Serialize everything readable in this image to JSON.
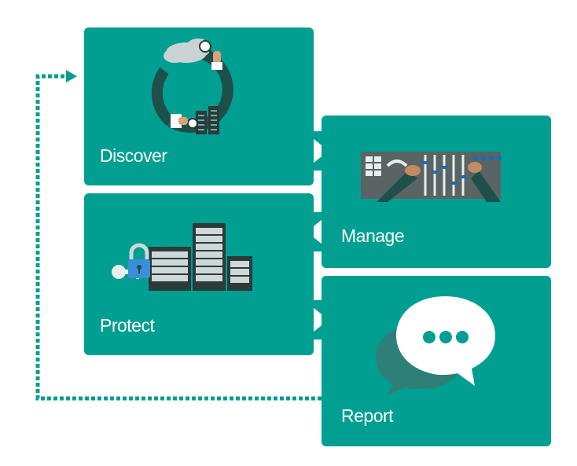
{
  "steps": [
    {
      "id": "discover",
      "label": "Discover"
    },
    {
      "id": "manage",
      "label": "Manage"
    },
    {
      "id": "protect",
      "label": "Protect"
    },
    {
      "id": "report",
      "label": "Report"
    }
  ],
  "colors": {
    "card": "#009f91",
    "background": "#ffffff",
    "dotted_loop": "#009f91",
    "dark_teal": "#1f4f4a",
    "server_dark": "#2b3a3a",
    "cloud": "#c9d3d3"
  },
  "icons": {
    "discover": "cloud-search-cycle-icon",
    "manage": "mixing-console-icon",
    "protect": "locked-servers-icon",
    "report": "chat-bubbles-icon"
  }
}
